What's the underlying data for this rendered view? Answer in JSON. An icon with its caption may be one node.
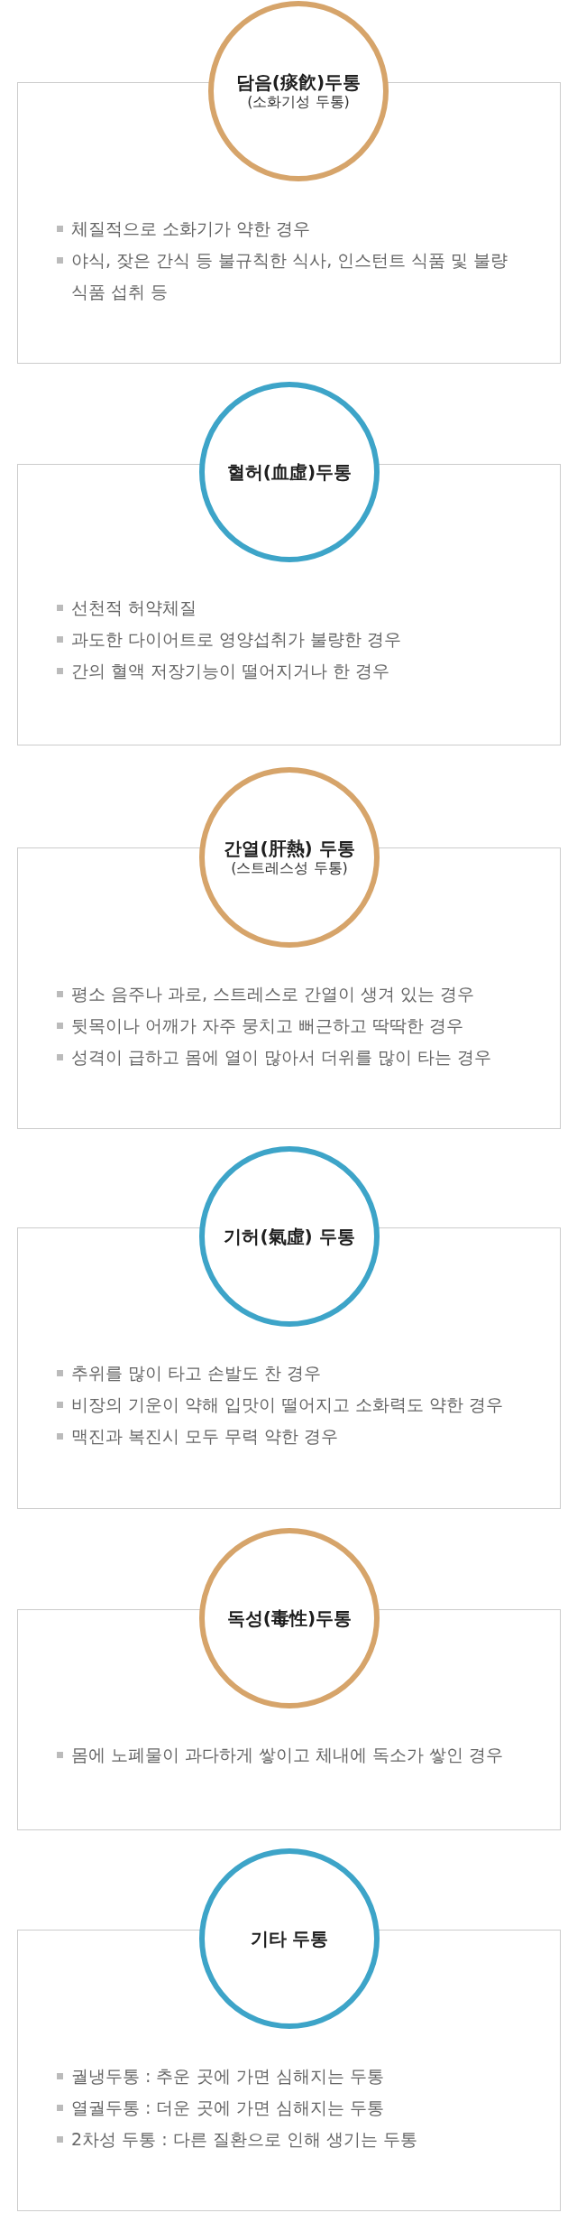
{
  "diagram": {
    "nodes": [
      {
        "text": [
          "담음(痰飮)두통",
          "(소화기성 두통)"
        ]
      },
      {
        "text": [
          "체질적으로 소화기가 약한 경우",
          "야식, 잦은 간식 등 불규칙한 식사, 인스턴트 식품 및 불량 식품 섭취 등"
        ]
      },
      {
        "text": [
          "혈허(血虛)두통"
        ]
      },
      {
        "text": [
          "선천적 허약체질",
          "과도한 다이어트로 영양섭취가 불량한 경우",
          "간의 혈액 저장기능이 떨어지거나 한 경우"
        ]
      },
      {
        "text": [
          "간열(肝熱) 두통",
          "(스트레스성 두통)"
        ]
      },
      {
        "text": [
          "평소 음주나 과로, 스트레스로 간열이 생겨 있는 경우",
          "뒷목이나 어깨가 자주 뭉치고 뻐근하고 딱딱한 경우",
          "성격이 급하고 몸에 열이 많아서 더위를 많이 타는 경우"
        ]
      },
      {
        "text": [
          "기허(氣虛) 두통"
        ]
      },
      {
        "text": [
          "추위를 많이 타고 손발도 찬 경우",
          "비장의 기운이 약해 입맛이 떨어지고 소화력도 약한 경우",
          "맥진과 복진시 모두 무력 약한 경우"
        ]
      },
      {
        "text": [
          "독성(毒性)두통"
        ]
      },
      {
        "text": [
          "몸에 노폐물이 과다하게 쌓이고 체내에 독소가 쌓인 경우"
        ]
      },
      {
        "text": [
          "기타 두통"
        ]
      },
      {
        "text": [
          "궐냉두통 : 추운 곳에 가면 심해지는 두통",
          "열궐두통 : 더운 곳에 가면 심해지는 두통",
          "2차성 두통 : 다른 질환으로 인해 생기는 두통"
        ]
      }
    ]
  }
}
